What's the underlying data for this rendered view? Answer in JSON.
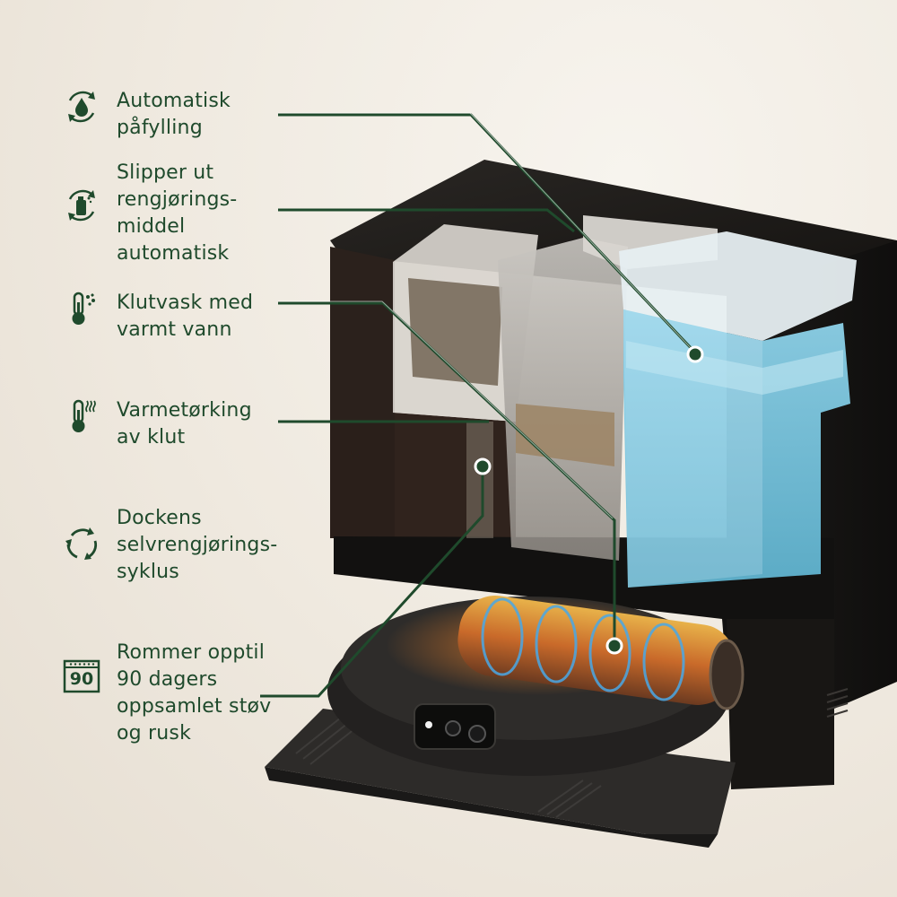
{
  "features": [
    {
      "icon": "refill-droplet-icon",
      "text": "Automatisk\npåfylling"
    },
    {
      "icon": "detergent-bottle-icon",
      "text": "Slipper ut\nrengjørings-\nmiddel\nautomatisk"
    },
    {
      "icon": "hot-thermometer-icon",
      "text": "Klutvask med\nvarmt vann"
    },
    {
      "icon": "heat-thermometer-icon",
      "text": "Varmetørking\nav klut"
    },
    {
      "icon": "recycle-arrows-icon",
      "text": "Dockens\nselvrengjørings-\nsyklus"
    },
    {
      "icon": "calendar-90-icon",
      "text": "Rommer opptil\n90 dagers\noppsamlet støv\nog rusk",
      "badge": "90"
    }
  ],
  "colors": {
    "accent_green": "#1f4a2c",
    "water_blue": "#7cc6de",
    "dock_black": "#1c1a18",
    "background": "#efe9df"
  }
}
